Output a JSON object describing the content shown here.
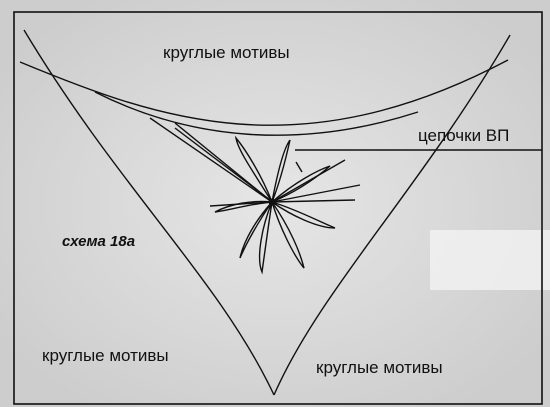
{
  "labels": {
    "top_motifs": "круглые мотивы",
    "chains": "цепочки ВП",
    "scheme": "схема 18а",
    "bottom_left_motifs": "круглые мотивы",
    "bottom_right_motifs": "круглые мотивы"
  },
  "colors": {
    "line": "#111111",
    "frame": "#111111",
    "paper": "#d9d9d9"
  }
}
